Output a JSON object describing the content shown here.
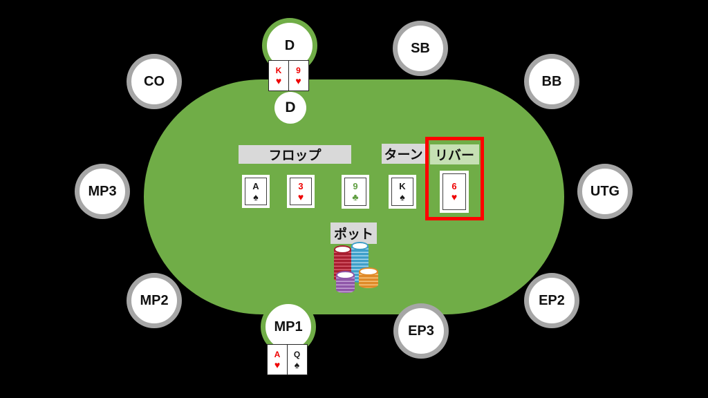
{
  "positions": [
    {
      "id": "D",
      "label": "D",
      "active": true
    },
    {
      "id": "SB",
      "label": "SB",
      "active": false
    },
    {
      "id": "BB",
      "label": "BB",
      "active": false
    },
    {
      "id": "UTG",
      "label": "UTG",
      "active": false
    },
    {
      "id": "EP2",
      "label": "EP2",
      "active": false
    },
    {
      "id": "EP3",
      "label": "EP3",
      "active": false
    },
    {
      "id": "MP1",
      "label": "MP1",
      "active": true
    },
    {
      "id": "MP2",
      "label": "MP2",
      "active": false
    },
    {
      "id": "MP3",
      "label": "MP3",
      "active": false
    },
    {
      "id": "CO",
      "label": "CO",
      "active": false
    }
  ],
  "dealer_button": {
    "label": "D"
  },
  "board": {
    "flop": {
      "label": "フロップ",
      "cards": [
        {
          "rank": "A",
          "suit": "spade",
          "suit_glyph": "♠",
          "color": "black"
        },
        {
          "rank": "3",
          "suit": "heart",
          "suit_glyph": "♥",
          "color": "red"
        },
        {
          "rank": "9",
          "suit": "club",
          "suit_glyph": "♣",
          "color": "green"
        }
      ]
    },
    "turn": {
      "label": "ターン",
      "cards": [
        {
          "rank": "K",
          "suit": "spade",
          "suit_glyph": "♠",
          "color": "black"
        }
      ]
    },
    "river": {
      "label": "リバー",
      "highlighted": true,
      "cards": [
        {
          "rank": "6",
          "suit": "heart",
          "suit_glyph": "♥",
          "color": "red"
        }
      ]
    }
  },
  "pot": {
    "label": "ポット",
    "chip_stacks": [
      {
        "name": "red-chip-stack",
        "color": "#a81e30"
      },
      {
        "name": "blue-chip-stack",
        "color": "#3e9fc9"
      },
      {
        "name": "purple-chip-stack",
        "color": "#8f56a8"
      },
      {
        "name": "orange-chip-stack",
        "color": "#e08a28"
      }
    ]
  },
  "hands": {
    "dealer": {
      "seat": "D",
      "cards": [
        {
          "rank": "K",
          "suit": "heart",
          "suit_glyph": "♥",
          "color": "red"
        },
        {
          "rank": "9",
          "suit": "heart",
          "suit_glyph": "♥",
          "color": "red"
        }
      ]
    },
    "mp1": {
      "seat": "MP1",
      "cards": [
        {
          "rank": "A",
          "suit": "heart",
          "suit_glyph": "♥",
          "color": "red"
        },
        {
          "rank": "Q",
          "suit": "spade",
          "suit_glyph": "♠",
          "color": "black"
        }
      ]
    }
  },
  "colors": {
    "background": "#000000",
    "table_green": "#70ad47",
    "active_seat_border": "#70ad47",
    "seat_border_gray": "#a6a6a6",
    "label_bg_gray": "#d9d9d9",
    "river_label_bg_green": "#c6e0b4",
    "highlight_border_red": "#ff0000",
    "suit_red": "#ee0000",
    "suit_black": "#1a1a1a",
    "suit_green": "#5f9e41"
  }
}
